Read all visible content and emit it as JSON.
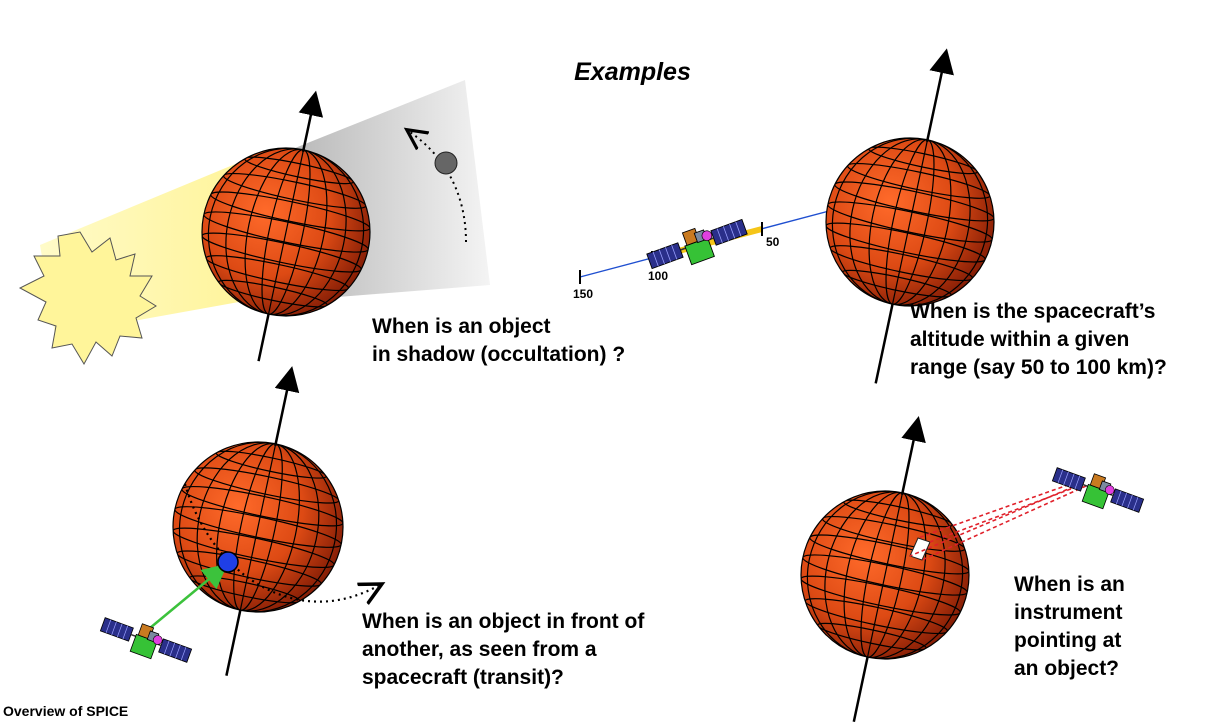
{
  "title": "Examples",
  "footer": "Overview of SPICE",
  "examples": {
    "shadow": {
      "caption": "When is an object\nin shadow (occultation) ?"
    },
    "altitude": {
      "caption": "When is the spacecraft’s\naltitude within a given\nrange (say 50 to 100 km)?",
      "ticks": [
        "150",
        "100",
        "50"
      ]
    },
    "transit": {
      "caption": "When is an object in front of\nanother, as seen from a\nspacecraft (transit)?"
    },
    "pointing": {
      "caption": "When is an\ninstrument\npointing at\nan object?"
    }
  },
  "colors": {
    "planet_light": "#f05a1e",
    "planet_dark": "#8a1e06",
    "sun": "#fff59a",
    "beam": "#fff9b8",
    "shadow": "#c8c8c8",
    "altitude_band": "#f5c518",
    "altitude_line": "#1f4fd0",
    "transit_object": "#1f3fe6",
    "sight_line": "#3cc23c",
    "fov_lines": "#e0202a"
  },
  "icons": [
    "sun-icon",
    "planet-icon",
    "moon-icon",
    "spacecraft-icon",
    "target-icon"
  ]
}
